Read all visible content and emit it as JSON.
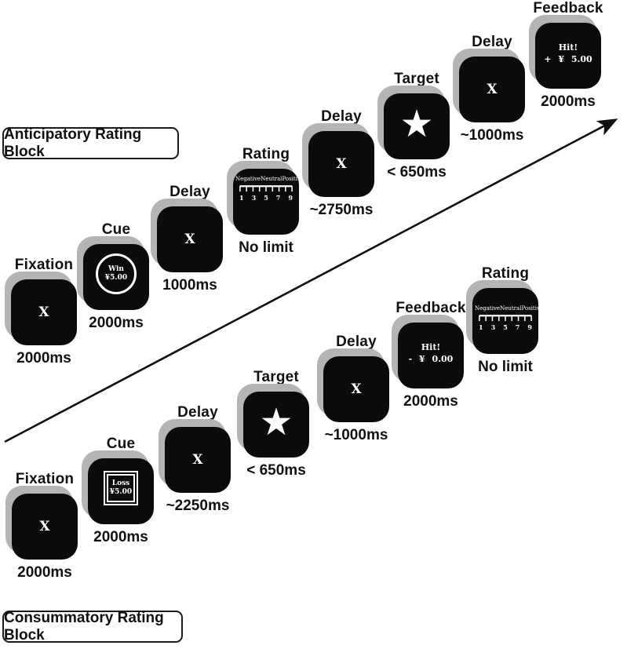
{
  "figure": {
    "rating_scale": {
      "labels": [
        "Negative",
        "Neutral",
        "Positive"
      ],
      "numbers": [
        "1",
        "3",
        "5",
        "7",
        "9"
      ]
    },
    "blocks": {
      "ant": {
        "label": "Anticipatory Rating Block",
        "screens": [
          {
            "stage": "Fixation",
            "content": "X",
            "duration": "2000ms"
          },
          {
            "stage": "Cue",
            "line1": "Win",
            "line2": "¥5.00",
            "duration": "2000ms"
          },
          {
            "stage": "Delay",
            "content": "X",
            "duration": "1000ms"
          },
          {
            "stage": "Rating",
            "duration": "No limit"
          },
          {
            "stage": "Delay",
            "content": "X",
            "duration": "~2750ms"
          },
          {
            "stage": "Target",
            "content": "★",
            "duration": "< 650ms"
          },
          {
            "stage": "Delay",
            "content": "X",
            "duration": "~1000ms"
          },
          {
            "stage": "Feedback",
            "line1": "Hit!",
            "line2": "+ ¥ 5.00",
            "duration": "2000ms"
          }
        ]
      },
      "con": {
        "label": "Consummatory Rating Block",
        "screens": [
          {
            "stage": "Fixation",
            "content": "X",
            "duration": "2000ms"
          },
          {
            "stage": "Cue",
            "line1": "Loss",
            "line2": "¥5.00",
            "duration": "2000ms"
          },
          {
            "stage": "Delay",
            "content": "X",
            "duration": "~2250ms"
          },
          {
            "stage": "Target",
            "content": "★",
            "duration": "< 650ms"
          },
          {
            "stage": "Delay",
            "content": "X",
            "duration": "~1000ms"
          },
          {
            "stage": "Feedback",
            "line1": "Hit!",
            "line2": "- ¥ 0.00",
            "duration": "2000ms"
          },
          {
            "stage": "Rating",
            "duration": "No limit"
          }
        ]
      }
    }
  }
}
